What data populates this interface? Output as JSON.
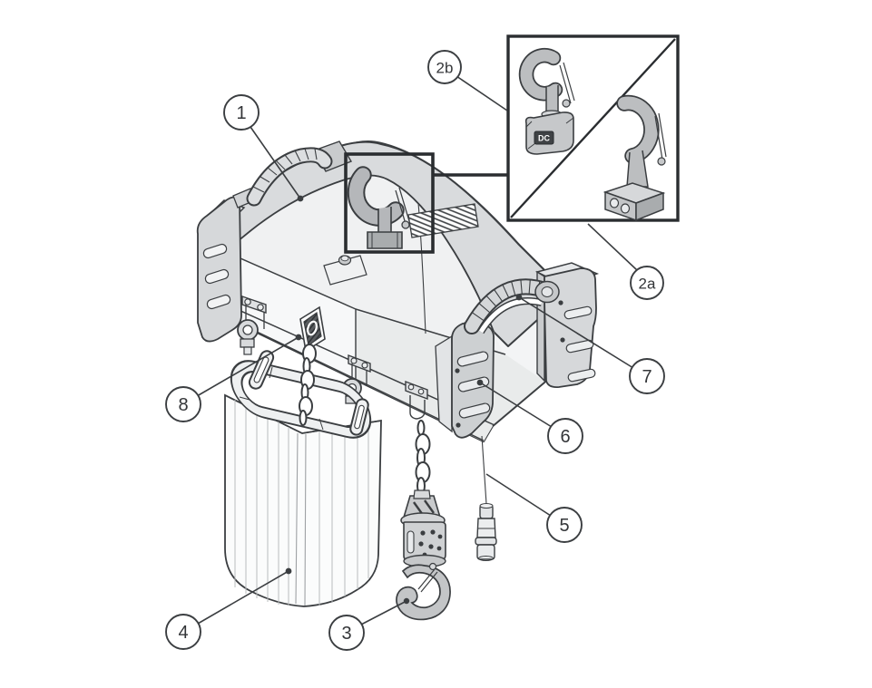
{
  "figure": {
    "callouts": [
      {
        "id": "1",
        "label": "1"
      },
      {
        "id": "2b",
        "label": "2b"
      },
      {
        "id": "2a",
        "label": "2a"
      },
      {
        "id": "7",
        "label": "7"
      },
      {
        "id": "6",
        "label": "6"
      },
      {
        "id": "5",
        "label": "5"
      },
      {
        "id": "8",
        "label": "8"
      },
      {
        "id": "4",
        "label": "4"
      },
      {
        "id": "3",
        "label": "3"
      }
    ],
    "labels": {
      "hook_block_logo": "DC"
    },
    "colors": {
      "line": "#3b3e41",
      "frame": "#2a2d30",
      "body_light": "#f3f4f5",
      "body_top_band": "#d9dbdd",
      "body_right": "#e9ebeb",
      "bumper": "#d6d8da",
      "bumper_dark": "#cdd0d2",
      "metal_hook": "#b9bbbe",
      "white": "#ffffff"
    }
  }
}
